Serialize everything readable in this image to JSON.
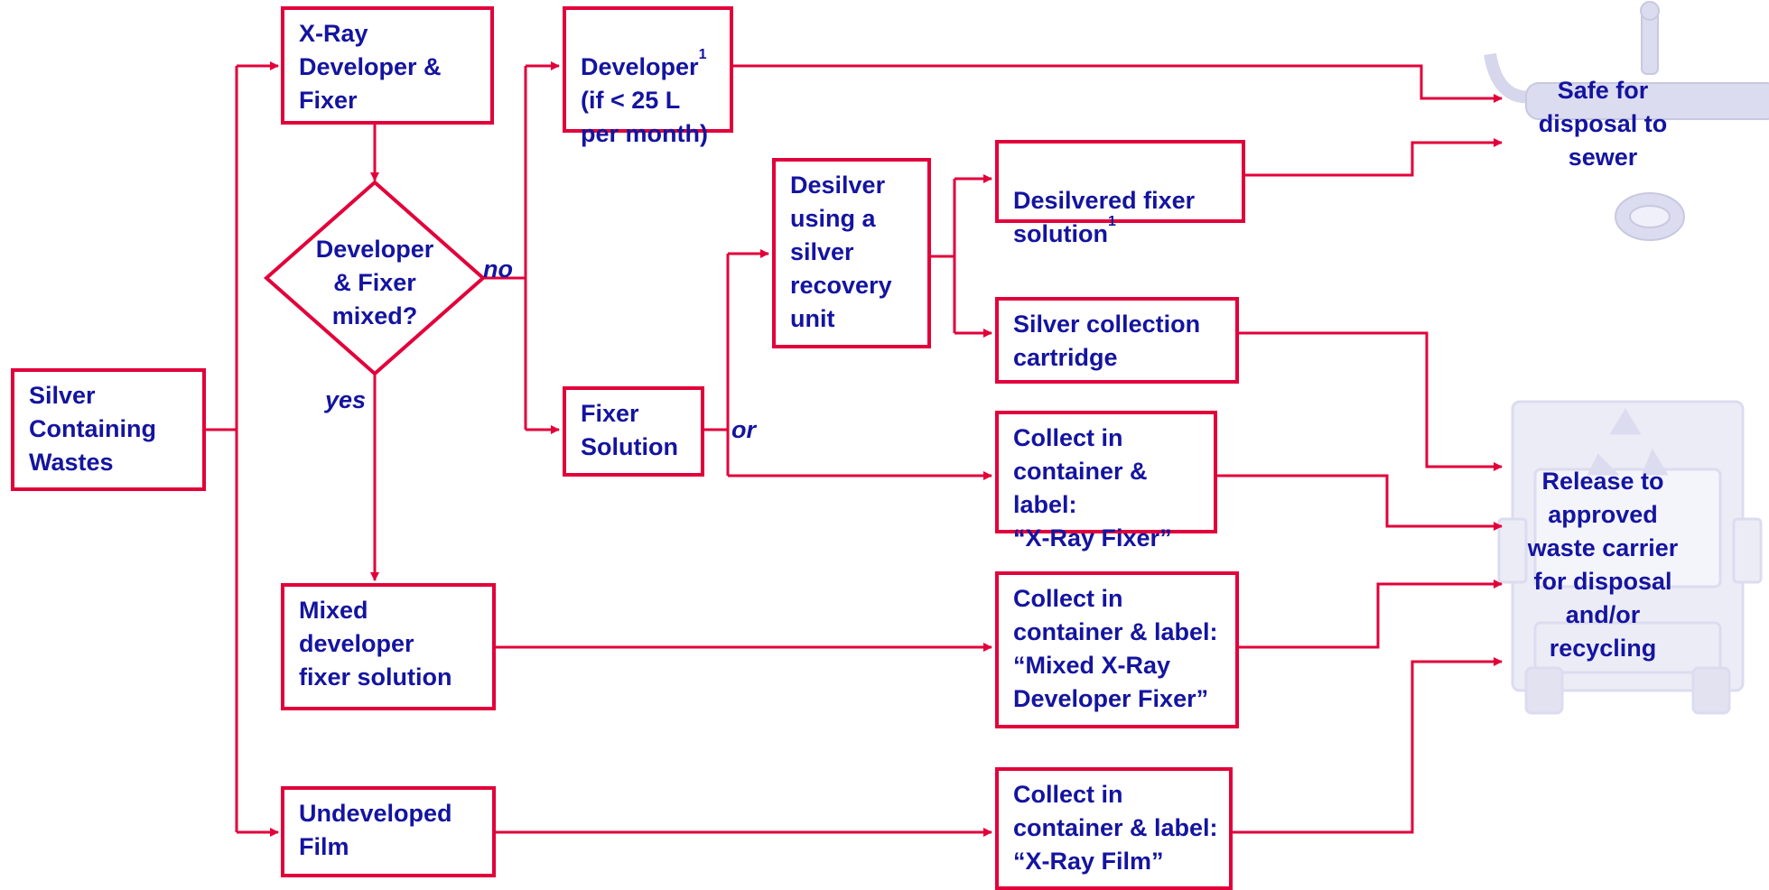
{
  "colors": {
    "line": "#e2003a",
    "text": "#1414a0",
    "icon": "#dcdcf0"
  },
  "icons": {
    "sink": "sink-icon",
    "truck": "recycling-truck-icon"
  },
  "nodes": {
    "source": "Silver\nContaining\nWastes",
    "xray_dev_fixer": "X-Ray\nDeveloper &\nFixer",
    "decision": "Developer\n& Fixer\nmixed?",
    "developer": "Developer",
    "developer_note": "1",
    "developer_cond": "(if < 25 L\nper month)",
    "fixer_solution": "Fixer\nSolution",
    "desilver": "Desilver\nusing a\nsilver\nrecovery\nunit",
    "desilvered_fixer": "Desilvered fixer\nsolution",
    "desilvered_note": "1",
    "silver_cartridge": "Silver collection\ncartridge",
    "collect_fixer": "Collect in\ncontainer & label:\n“X-Ray Fixer”",
    "mixed_solution": "Mixed\ndeveloper\nfixer solution",
    "collect_mixed": "Collect in\ncontainer & label:\n“Mixed X-Ray\nDeveloper Fixer”",
    "undeveloped_film": "Undeveloped\nFilm",
    "collect_film": "Collect in\ncontainer & label:\n“X-Ray Film”",
    "sewer": "Safe for\ndisposal to\nsewer",
    "carrier": "Release to\napproved\nwaste carrier\nfor disposal\nand/or\nrecycling"
  },
  "labels": {
    "no": "no",
    "yes": "yes",
    "or": "or"
  }
}
